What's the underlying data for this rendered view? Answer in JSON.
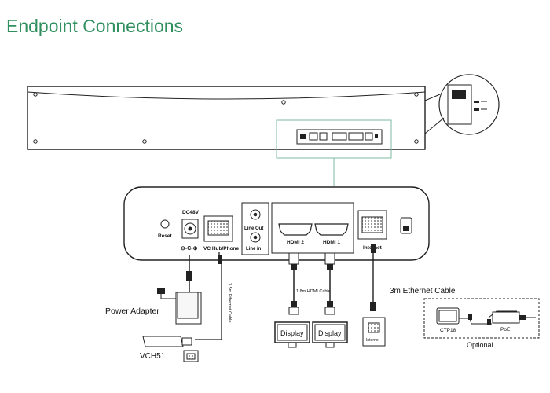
{
  "title": "Endpoint Connections",
  "ports": {
    "power": "DC48V",
    "reset": "Reset",
    "vc_hub": "VC Hub/Phone",
    "line_out": "Line Out",
    "line_in": "Line in",
    "hdmi2": "HDMI 2",
    "hdmi1": "HDMI 1",
    "internet": "Internet"
  },
  "devices": {
    "power_adapter": "Power Adapter",
    "vch51": "VCH51",
    "display_1": "Display",
    "display_2": "Display",
    "internet_jack": "Internet",
    "ctp18": "CTP18",
    "poe": "PoE"
  },
  "cables": {
    "ethernet_7_5m": "7.5m Ethernet Cable",
    "hdmi_1_8m": "1.8m HDMI Cable",
    "ethernet_3m": "3m Ethernet Cable"
  },
  "optional_label": "Optional",
  "colors": {
    "title": "#2f8f5f",
    "callout": "#7fb9a0",
    "line": "#222222"
  },
  "icons": [
    "power-plug-icon",
    "ethernet-port-icon",
    "hdmi-port-icon",
    "audio-jack-icon",
    "lock-icon",
    "monitor-icon"
  ]
}
